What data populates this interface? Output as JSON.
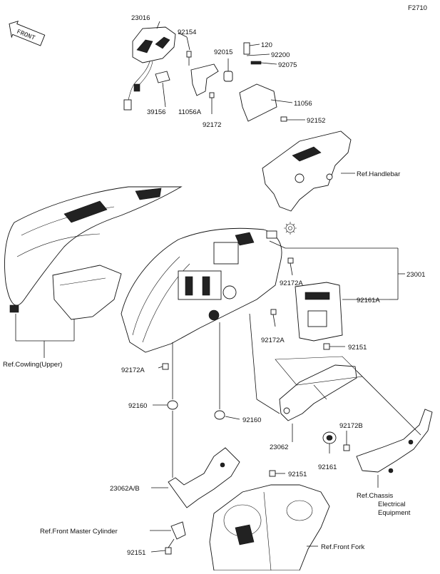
{
  "page_code": "F2710",
  "front_label": "FRONT",
  "labels": {
    "p23016": "23016",
    "p92154": "92154",
    "p92015": "92015",
    "p120": "120",
    "p92200": "92200",
    "p92075": "92075",
    "p11056": "11056",
    "p39156": "39156",
    "p11056A": "11056A",
    "p92172": "92172",
    "p92152": "92152",
    "ref_handlebar": "Ref.Handlebar",
    "p23001": "23001",
    "p92172A_1": "92172A",
    "p92161A": "92161A",
    "p92172A_2": "92172A",
    "p92151_1": "92151",
    "ref_cowling_upper": "Ref.Cowling(Upper)",
    "p92172A_3": "92172A",
    "p92160_1": "92160",
    "p92160_2": "92160",
    "p23062": "23062",
    "p92161": "92161",
    "p92172B": "92172B",
    "p23062AB": "23062A/B",
    "p92151_2": "92151",
    "ref_chassis_1": "Ref.Chassis",
    "ref_chassis_2": "Electrical",
    "ref_chassis_3": "Equipment",
    "ref_front_master_cylinder": "Ref.Front Master Cylinder",
    "p92151_3": "92151",
    "ref_front_fork": "Ref.Front Fork"
  }
}
